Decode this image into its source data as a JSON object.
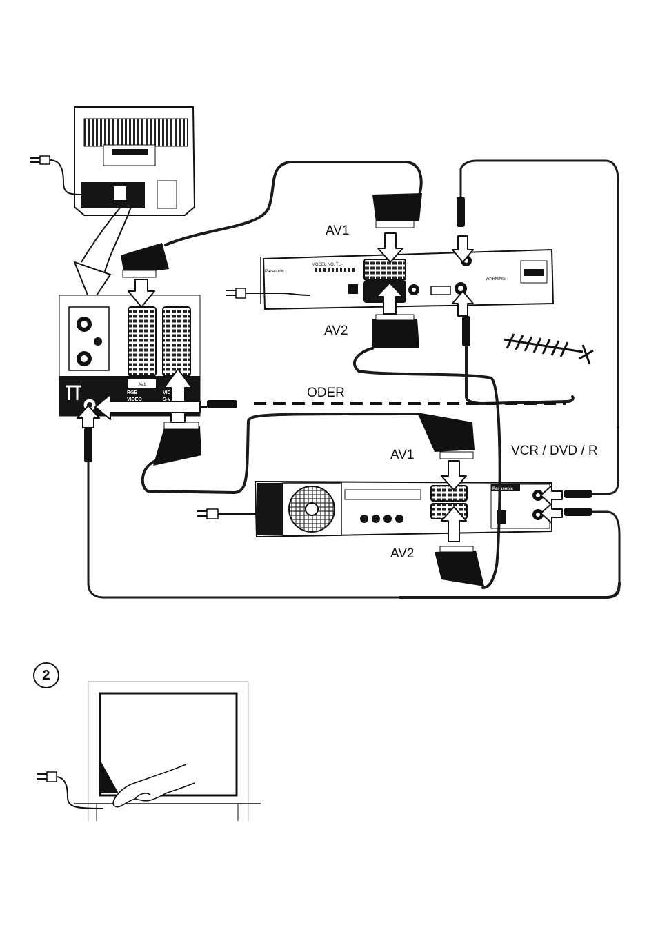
{
  "labels": {
    "av1_receiver": "AV1",
    "av2_receiver": "AV2",
    "oder": "ODER",
    "av1_recorder": "AV1",
    "av2_recorder": "AV2",
    "vcr_dvd_r": "VCR / DVD / R",
    "step_number": "2"
  },
  "tv_panel": {
    "av1": "AV1",
    "rgb": "RGB",
    "video": "VIDEO",
    "svideo": "S-VIDEO"
  },
  "receiver": {
    "brand": "Panasonic",
    "model": "MODEL NO. TU-  ",
    "warning": "WARNING"
  },
  "recorder": {
    "brand": "Panasonic"
  },
  "colors": {
    "ink": "#111111",
    "cable": "#1a1a1a",
    "panel_dark": "#151515",
    "paper": "#ffffff"
  }
}
